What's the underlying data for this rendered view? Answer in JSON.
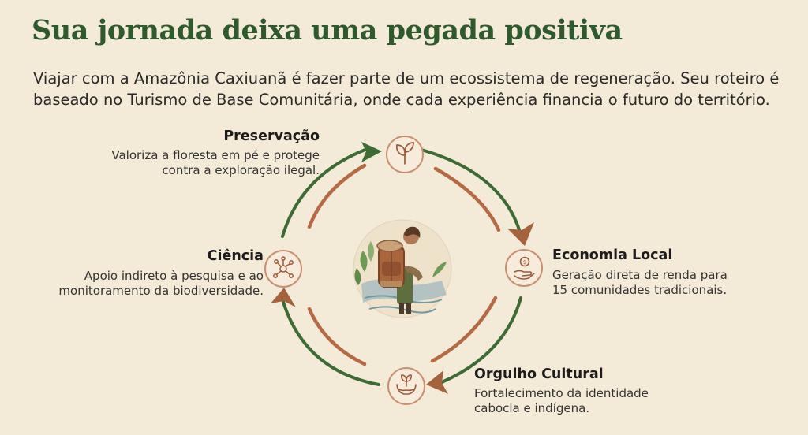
{
  "header": {
    "title": "Sua jornada deixa uma pegada positiva",
    "intro_line1": "Viajar com a Amazônia Caxiuanã é fazer parte de um ecossistema de regeneração. Seu roteiro é",
    "intro_line2": "baseado no Turismo de Base Comunitária, onde cada experiência financia o futuro do território."
  },
  "cycle": {
    "nodes": [
      {
        "id": "preservacao",
        "title": "Preservação",
        "desc": [
          "Valoriza a floresta em pé e protege",
          "contra a exploração ilegal."
        ],
        "icon": "sprout-leaves-icon"
      },
      {
        "id": "economia",
        "title": "Economia Local",
        "desc": [
          "Geração direta de renda para",
          "15 comunidades tradicionais."
        ],
        "icon": "hand-coin-icon"
      },
      {
        "id": "orgulho",
        "title": "Orgulho Cultural",
        "desc": [
          "Fortalecimento da identidade",
          "cabocla e indígena."
        ],
        "icon": "hands-plant-icon"
      },
      {
        "id": "ciencia",
        "title": "Ciência",
        "desc": [
          "Apoio indireto à pesquisa e ao",
          "monitoramento da biodiversidade."
        ],
        "icon": "network-nodes-icon"
      }
    ],
    "center_icon": "traveler-backpack-icon"
  },
  "colors": {
    "background": "#f3ead7",
    "title_green": "#2f5a2d",
    "arc_green": "#3c6b34",
    "arc_brown": "#b56a44",
    "icon_brown": "#9c5a3a",
    "circle_fill": "#f7ecdc"
  }
}
